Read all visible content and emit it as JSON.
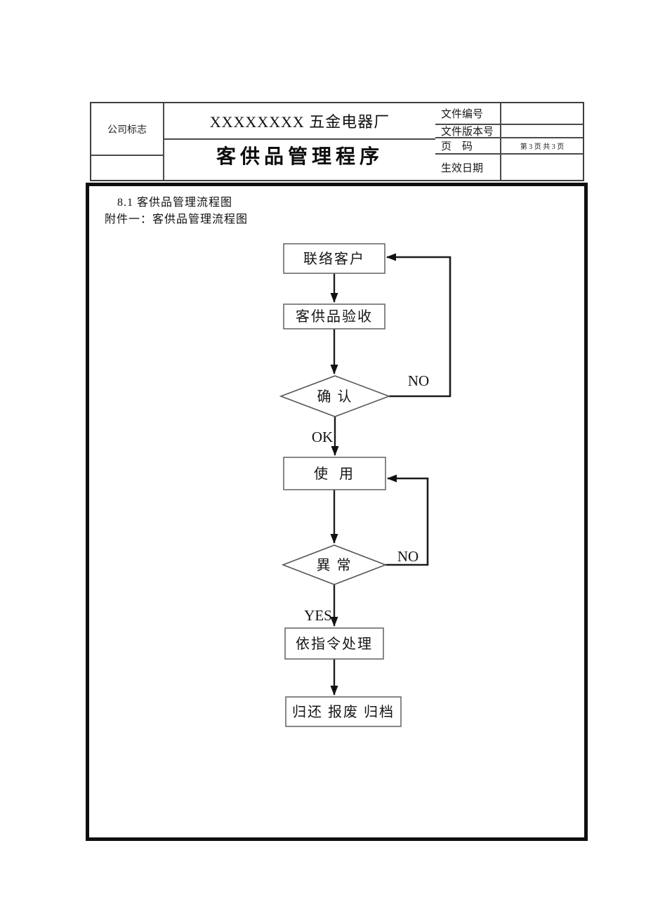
{
  "header": {
    "logo_label": "公司标志",
    "company_name": "XXXXXXXX 五金电器厂",
    "doc_title": "客供品管理程序",
    "fields": [
      {
        "label": "文件编号",
        "value": ""
      },
      {
        "label": "文件版本号",
        "value": ""
      },
      {
        "label": "页    码",
        "value": "第 3 页 共 3 页"
      },
      {
        "label": "生效日期",
        "value": ""
      }
    ]
  },
  "body": {
    "section_heading": "8.1 客供品管理流程图",
    "attachment_line": "附件一：客供品管理流程图"
  },
  "flowchart": {
    "nodes": [
      {
        "id": "contact-customer",
        "type": "process",
        "label": "联络客户"
      },
      {
        "id": "acceptance",
        "type": "process",
        "label": "客供品验收"
      },
      {
        "id": "confirm",
        "type": "decision",
        "label": "确 认"
      },
      {
        "id": "use",
        "type": "process",
        "label": "使  用"
      },
      {
        "id": "abnormal",
        "type": "decision",
        "label": "異 常"
      },
      {
        "id": "handle-per-instruction",
        "type": "process",
        "label": "依指令处理"
      },
      {
        "id": "return-scrap-archive",
        "type": "process",
        "label": "归还 报废 归档"
      }
    ],
    "edges": [
      {
        "from": "contact-customer",
        "to": "acceptance",
        "label": ""
      },
      {
        "from": "acceptance",
        "to": "confirm",
        "label": ""
      },
      {
        "from": "confirm",
        "to": "use",
        "label": "OK"
      },
      {
        "from": "confirm",
        "to": "contact-customer",
        "label": "NO"
      },
      {
        "from": "use",
        "to": "abnormal",
        "label": ""
      },
      {
        "from": "abnormal",
        "to": "use",
        "label": "NO"
      },
      {
        "from": "abnormal",
        "to": "handle-per-instruction",
        "label": "YES"
      },
      {
        "from": "handle-per-instruction",
        "to": "return-scrap-archive",
        "label": ""
      }
    ],
    "line_color": "#1c1c1c",
    "box_border_color": "#6b6b6b"
  }
}
